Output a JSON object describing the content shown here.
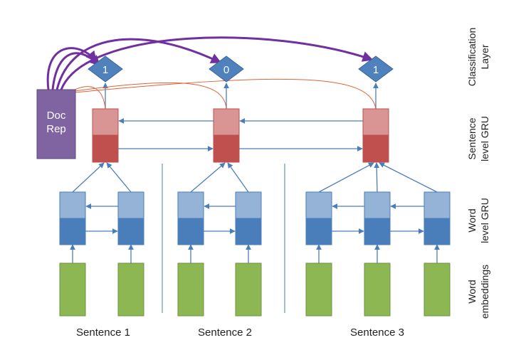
{
  "doc_rep": {
    "line1": "Doc",
    "line2": "Rep"
  },
  "outputs": [
    "1",
    "0",
    "1"
  ],
  "sentences": [
    "Sentence 1",
    "Sentence 2",
    "Sentence 3"
  ],
  "side_labels": {
    "classification": {
      "line1": "Classification",
      "line2": "Layer"
    },
    "sentence_gru": {
      "line1": "Sentence",
      "line2": "level GRU"
    },
    "word_gru": {
      "line1": "Word",
      "line2": "level GRU"
    },
    "word_emb": {
      "line1": "Word",
      "line2": "embeddings"
    }
  },
  "colors": {
    "embedding": "#8db752",
    "word_gru_top": "#95b3d7",
    "word_gru_bottom": "#4a7ebb",
    "sent_gru_top": "#d99594",
    "sent_gru_bottom": "#c0504d",
    "diamond": "#4f81bd",
    "doc_rep": "#8064a2",
    "arrow": "#4a7ebb",
    "attention_line": "#e0633a",
    "purple_arrow": "#7030a0"
  }
}
